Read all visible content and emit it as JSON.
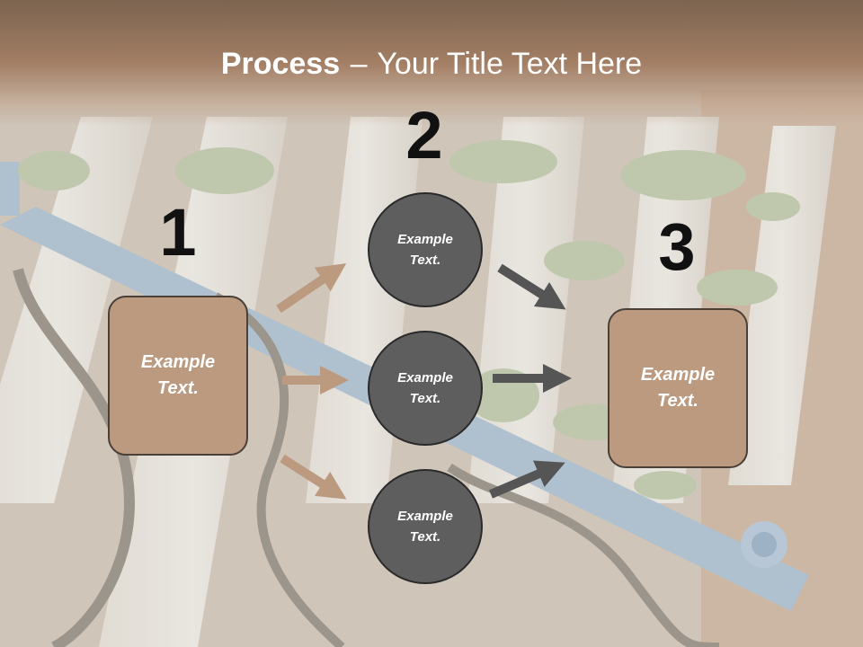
{
  "title": {
    "bold": "Process",
    "dash": "–",
    "rest": "Your Title Text Here"
  },
  "steps": [
    {
      "number": "1",
      "text_line1": "Example",
      "text_line2": "Text."
    },
    {
      "number": "2"
    },
    {
      "number": "3",
      "text_line1": "Example",
      "text_line2": "Text."
    }
  ],
  "circles": [
    {
      "text_line1": "Example",
      "text_line2": "Text."
    },
    {
      "text_line1": "Example",
      "text_line2": "Text."
    },
    {
      "text_line1": "Example",
      "text_line2": "Text."
    }
  ],
  "colors": {
    "header": "#a27e64",
    "box_fill": "#bc9a80",
    "circle_fill": "#5e5e5e",
    "arrow_left": "#bc9a80",
    "arrow_right": "#555555",
    "number_text": "#111111"
  }
}
